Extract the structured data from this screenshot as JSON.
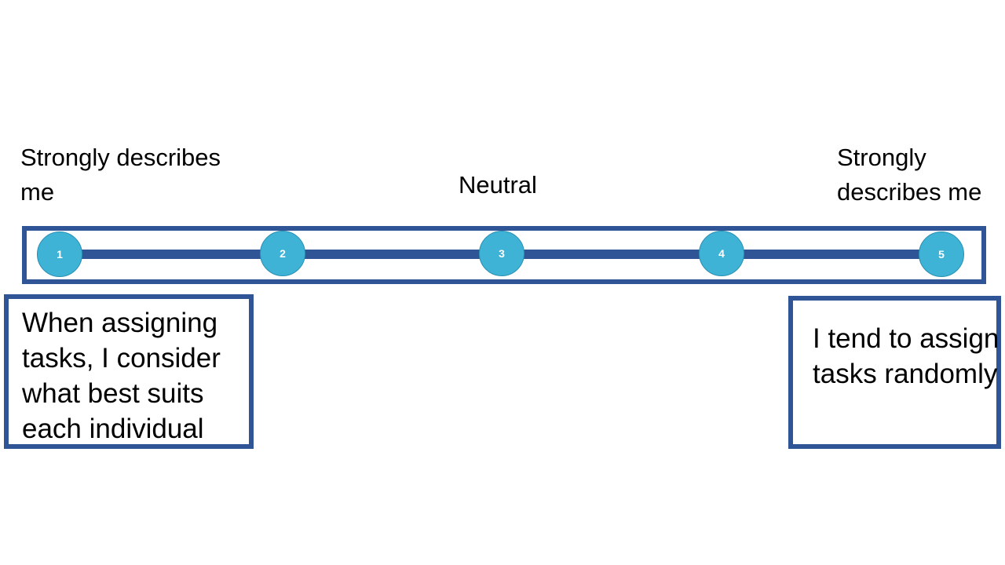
{
  "scale": {
    "left_label": "Strongly describes me",
    "center_label": "Neutral",
    "right_label": "Strongly describes me",
    "points": [
      "1",
      "2",
      "3",
      "4",
      "5"
    ]
  },
  "statements": {
    "left": "When assigning tasks, I consider what best suits each individual",
    "right": "I tend to assign tasks randomly"
  },
  "colors": {
    "frame": "#2f5597",
    "point_fill": "#3eb3d6",
    "text": "#000000"
  }
}
